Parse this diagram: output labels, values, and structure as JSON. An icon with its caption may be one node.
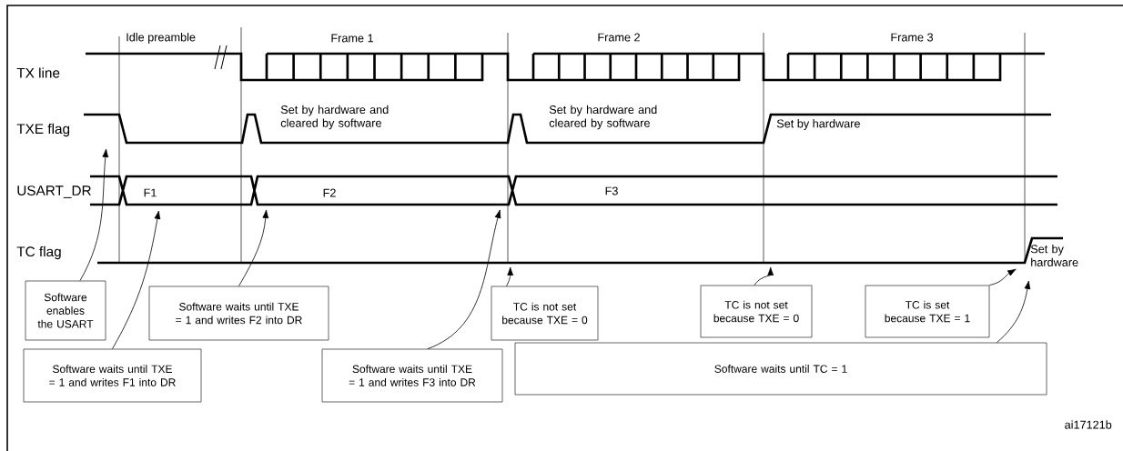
{
  "diagram": {
    "nodes": [
      {
        "text": [
          "Software enables the USART"
        ]
      },
      {
        "text": [
          "Software waits until TXE = 1 and writes F1 into DR"
        ]
      },
      {
        "text": [
          "Software waits until TXE = 1 and writes F2 into DR"
        ]
      },
      {
        "text": [
          "Software waits until TXE = 1 and writes F3 into DR"
        ]
      },
      {
        "text": [
          "TC is not set because TXE = 0"
        ]
      },
      {
        "text": [
          "TC is not set because TXE = 0"
        ]
      },
      {
        "text": [
          "TC is  set because TXE = 1"
        ]
      },
      {
        "text": [
          "Software waits until TC = 1"
        ]
      },
      {
        "text": [],
        "shape": "waveform"
      },
      {
        "text": [],
        "shape": "waveform"
      },
      {
        "text": [
          "Set by hardware"
        ]
      }
    ],
    "edges": [
      {
        "from": 0,
        "to": 8,
        "arrow": "to"
      },
      {
        "from": 1,
        "to": 9,
        "arrow": "to"
      },
      {
        "from": 2,
        "to": 9,
        "arrow": "to"
      },
      {
        "from": 3,
        "to": 9,
        "arrow": "to"
      },
      {
        "from": 4,
        "to": 10,
        "arrow": "to"
      },
      {
        "from": 5,
        "to": 10,
        "arrow": "to"
      },
      {
        "from": 6,
        "to": 10,
        "arrow": "to"
      },
      {
        "from": 7,
        "to": 10,
        "arrow": "to"
      }
    ],
    "labels": [
      "TX line",
      "TXE flag",
      "USART_DR",
      "TC flag",
      "Idle preamble",
      "Frame 1",
      "Frame 2",
      "Frame 3",
      "Set by hardware and cleared by software",
      "Set by hardware and cleared by software",
      "Set by hardware",
      "F1",
      "F2",
      "F3",
      "ai17121b"
    ]
  }
}
